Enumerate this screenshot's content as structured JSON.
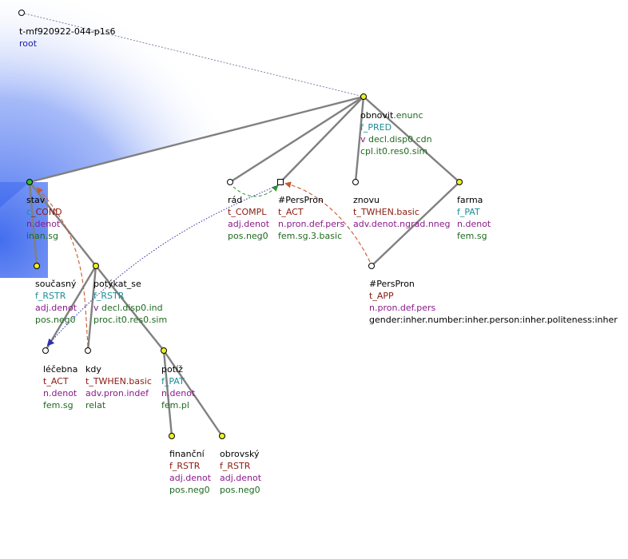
{
  "root": {
    "id_label": "t-mf920922-044-p1s6",
    "role": "root"
  },
  "nodes": {
    "obnovit": {
      "lemma": "obnovit",
      "suffix": ".enunc",
      "functor": "f_PRED",
      "line3_prefix": "v ",
      "line3": "decl.disp0.cdn",
      "line4": "cpl.it0.res0.sim"
    },
    "stav": {
      "lemma": "stav",
      "functor_prefix": "c",
      "functor": "_COND",
      "line3": "n.denot",
      "line4": "inan.sg"
    },
    "rad": {
      "lemma": "rád",
      "functor": "t_COMPL",
      "line3": "adj.denot",
      "line4": "pos.neg0"
    },
    "perspron1": {
      "lemma": "#PersPron",
      "functor": "t_ACT",
      "line3": "n.pron.def.pers",
      "line4": "fem.sg.3.basic"
    },
    "znovu": {
      "lemma": "znovu",
      "functor": "t_TWHEN.basic",
      "line3": "adv.denot.ngrad.nneg"
    },
    "farma": {
      "lemma": "farma",
      "functor": "f_PAT",
      "line3": "n.denot",
      "line4": "fem.sg"
    },
    "soucasny": {
      "lemma": "současný",
      "functor": "f_RSTR",
      "line3": "adj.denot",
      "line4": "pos.neg0"
    },
    "potykat": {
      "lemma": "potýkat_se",
      "functor": "f_RSTR",
      "line3_prefix": "v ",
      "line3": "decl.disp0.ind",
      "line4": "proc.it0.res0.sim"
    },
    "perspron2": {
      "lemma": "#PersPron",
      "functor": "t_APP",
      "line3": "n.pron.def.pers",
      "line4": "gender:inher.number:inher.person:inher.politeness:inher"
    },
    "lecebna": {
      "lemma": "léčebna",
      "functor": "t_ACT",
      "line3": "n.denot",
      "line4": "fem.sg"
    },
    "kdy": {
      "lemma": "kdy",
      "functor": "t_TWHEN.basic",
      "line3": "adv.pron.indef",
      "line4": "relat"
    },
    "potiz": {
      "lemma": "potíž",
      "functor": "f_PAT",
      "line3": "n.denot",
      "line4": "fem.pl"
    },
    "financni": {
      "lemma": "finanční",
      "functor": "f_RSTR",
      "line3": "adj.denot",
      "line4": "pos.neg0"
    },
    "obrovsky": {
      "lemma": "obrovský",
      "functor": "f_RSTR",
      "line3": "adj.denot",
      "line4": "pos.neg0"
    }
  },
  "colors": {
    "edge": "#808080",
    "node_yellow": "#f0f020",
    "node_white": "#ffffff",
    "node_green": "#30c030",
    "coref_text": "#c85a30",
    "coref_gram": "#2a9a2a",
    "aux_link": "#3030b0",
    "highlight": "#3a66ee"
  }
}
